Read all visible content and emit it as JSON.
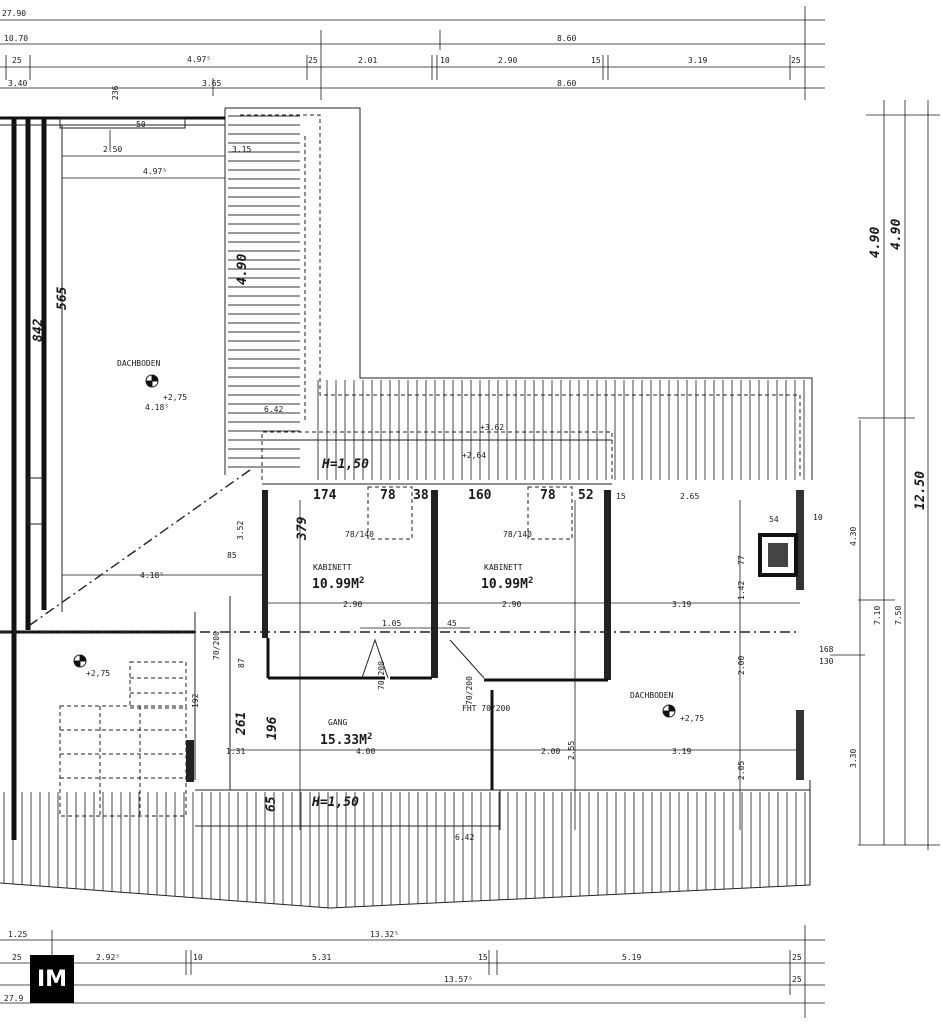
{
  "rooms": {
    "dachboden_top": {
      "name": "DACHBODEN",
      "level": "+2,75"
    },
    "kabinett_1": {
      "name": "KABINETT",
      "area": "10.99",
      "unit": "M",
      "sup": "2",
      "window": "78/140"
    },
    "kabinett_2": {
      "name": "KABINETT",
      "area": "10.99",
      "unit": "M",
      "sup": "2",
      "window": "78/140"
    },
    "gang": {
      "name": "GANG",
      "area": "15.33",
      "unit": "M",
      "sup": "2"
    },
    "dachboden_right": {
      "name": "DACHBODEN",
      "level": "+2,75"
    },
    "stair_level": "+2,75"
  },
  "top_dims": {
    "row1": [
      "27.90"
    ],
    "row2": [
      "10.70",
      "8.60"
    ],
    "row3": [
      "25",
      "4.97⁵",
      "25",
      "2.01",
      "10",
      "2.90",
      "15",
      "3.19",
      "25"
    ],
    "row4": [
      "3.40",
      "3.65",
      "8.60"
    ]
  },
  "bottom_dims": {
    "row1": [
      "1.25",
      "13.32⁵"
    ],
    "row2": [
      "25",
      "2.92⁵",
      "10",
      "5.31",
      "15",
      "5.19",
      "25"
    ],
    "row3": [
      "13.57⁵",
      "25",
      "27.9"
    ]
  },
  "right_dims": [
    "4.90",
    "4.90",
    "12.50",
    "4.30",
    "7.10",
    "7.50",
    "3.30",
    "168",
    "130",
    "10"
  ],
  "interior_labels": {
    "hoehe_top": "H=1,50",
    "hoehe_bottom": "H=1,50",
    "dim_174": "174",
    "dim_78a": "78",
    "dim_38": "38",
    "dim_160": "160",
    "dim_78b": "78",
    "dim_52": "52",
    "dim_15": "15",
    "dim_265": "2.65",
    "dim_54": "54",
    "dim_250": "2.50",
    "dim_315": "3.15",
    "dim_4975": "4.97⁵",
    "dim_565": "565",
    "dim_842": "842",
    "dim_490": "4.90",
    "dim_418": "4.18⁵",
    "dim_4185": "4.18⁵",
    "dim_85": "85",
    "dim_352": "3.52",
    "dim_379": "379",
    "dim_290a": "2.90",
    "dim_290b": "2.90",
    "dim_319a": "3.19",
    "dim_105": "1.05",
    "dim_45": "45",
    "dim_200": "2.00",
    "dim_261": "261",
    "dim_196": "196",
    "dim_131": "1.31",
    "dim_400": "4.00",
    "dim_200b": "2.00",
    "dim_319b": "3.19",
    "dim_255": "2.55",
    "dim_205": "2.05",
    "dim_65": "65",
    "dim_192": "192",
    "door_7020": "70/200",
    "fht": "FHT 70/200",
    "dim_77": "77",
    "dim_142": "1.42",
    "dim_87": "87",
    "dim_236": "236",
    "dim_50": "50",
    "dim_2_64": "+2,64",
    "dim_642": "6.42",
    "dim_642b": "6.42",
    "dim_362": "+3.62",
    "dim_10": "10"
  }
}
